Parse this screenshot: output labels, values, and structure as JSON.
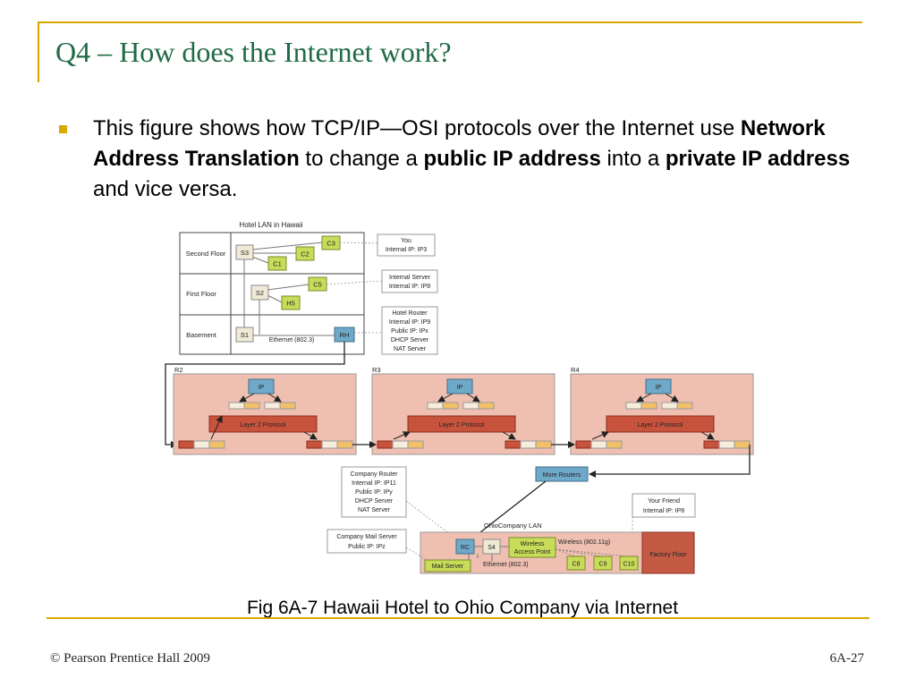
{
  "slide": {
    "title": "Q4 – How does the Internet work?",
    "bullet_pre": "This figure shows how TCP/IP—OSI protocols over the Internet use ",
    "bullet_b1": "Network Address Translation",
    "bullet_mid1": " to change a ",
    "bullet_b2": "public IP address",
    "bullet_mid2": " into a ",
    "bullet_b3": "private IP address",
    "bullet_post": " and vice versa.",
    "caption": "Fig 6A-7 Hawaii Hotel to Ohio Company via Internet",
    "footer_left": "© Pearson Prentice Hall 2009",
    "footer_right": "6A-27"
  },
  "figure": {
    "hotel": {
      "title": "Hotel LAN in Hawaii",
      "floors": [
        "Second Floor",
        "First Floor",
        "Basement"
      ],
      "nodes": {
        "s3": "S3",
        "c1": "C1",
        "c2": "C2",
        "c3": "C3",
        "s2": "S2",
        "c5": "C5",
        "h5": "H5",
        "s1": "S1",
        "rh": "RH"
      },
      "ethernet": "Ethernet (802.3)",
      "callout_you": [
        "You",
        "Internal IP: IP3"
      ],
      "callout_server": [
        "Internal Server",
        "Internal IP: IP8"
      ],
      "callout_router": [
        "Hotel Router",
        "Internal IP: IP9",
        "Public IP: IPx",
        "DHCP Server",
        "NAT Server"
      ]
    },
    "routers": [
      {
        "name": "R2",
        "ip": "IP",
        "layer2": "Layer 2 Protocol"
      },
      {
        "name": "R3",
        "ip": "IP",
        "layer2": "Layer 2 Protocol"
      },
      {
        "name": "R4",
        "ip": "IP",
        "layer2": "Layer 2 Protocol"
      }
    ],
    "ohio": {
      "more_routers": "More Routers",
      "company_router": [
        "Company Router",
        "Internal IP: IP11",
        "Public IP: IPy",
        "DHCP Server",
        "NAT Server"
      ],
      "your_friend": [
        "Your Friend",
        "Internal IP: IP8"
      ],
      "lan_title": "OhioCompany LAN",
      "mail_server_callout": [
        "Company Mail Server",
        "Public IP: IPz"
      ],
      "rc": "RC",
      "s4": "S4",
      "wap": [
        "Wireless",
        "Access Point"
      ],
      "wireless": "Wireless (802.11g)",
      "mail_server": "Mail  Server",
      "ethernet": "Ethernet (802.3)",
      "c8": "C8",
      "c9": "C9",
      "c10": "C10",
      "factory": "Factory Floor"
    },
    "colors": {
      "green_node": "#c8dc5a",
      "blue_node": "#6fa9c9",
      "router_fill": "#efc0b2",
      "layer2_fill": "#c8533d",
      "port_orange": "#f2c069",
      "factory_fill": "#c55a44"
    }
  }
}
